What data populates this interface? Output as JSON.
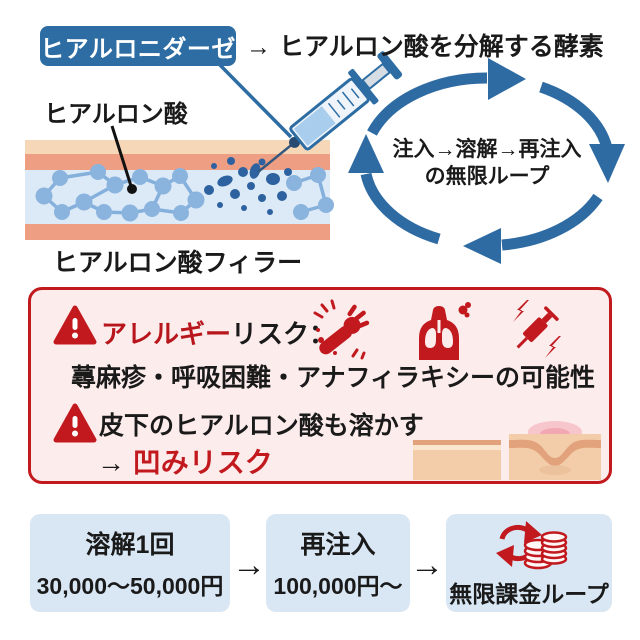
{
  "header": {
    "term": "ヒアルロニダーゼ",
    "arrow": "→",
    "definition": "ヒアルロン酸を分解する酵素"
  },
  "skin_diagram": {
    "label": "ヒアルロン酸",
    "caption": "ヒアルロン酸フィラー"
  },
  "loop": {
    "line1": "注入→溶解→再注入",
    "line2": "の無限ループ"
  },
  "warnings": {
    "allergy": {
      "title_emphasis": "アレルギー",
      "title_rest": "リスク：",
      "detail": "蕁麻疹・呼吸困難・アナフィラキシーの可能性",
      "icons": [
        "warning-triangle-icon",
        "rash-arm-icon",
        "breathing-lungs-icon",
        "anaphylaxis-syringe-icon"
      ]
    },
    "dent": {
      "line1": "皮下のヒアルロン酸も溶かす",
      "arrow": "→",
      "risk": "凹みリスク",
      "icons": [
        "warning-triangle-icon",
        "skin-flat-illustration",
        "skin-dent-illustration"
      ]
    }
  },
  "cost_flow": {
    "arrow": "→",
    "steps": [
      {
        "title": "溶解1回",
        "price": "30,000〜50,000円"
      },
      {
        "title": "再注入",
        "price": "100,000円〜"
      },
      {
        "title": "無限課金ループ",
        "icon": "money-loop-icon"
      }
    ]
  },
  "colors": {
    "accent_blue": "#2d6da3",
    "loop_blue": "#2e6ba3",
    "alert_red": "#c2191f",
    "text_red": "#b7161c",
    "panel_pink": "#fdecec",
    "box_blue": "#d9e7f4",
    "skin_peach": "#f6d8b8",
    "skin_salmon": "#ee9e82",
    "dermis_blue": "#dceaf7",
    "molecule_blue": "#85b0dc",
    "fragment_blue": "#2d619f"
  }
}
